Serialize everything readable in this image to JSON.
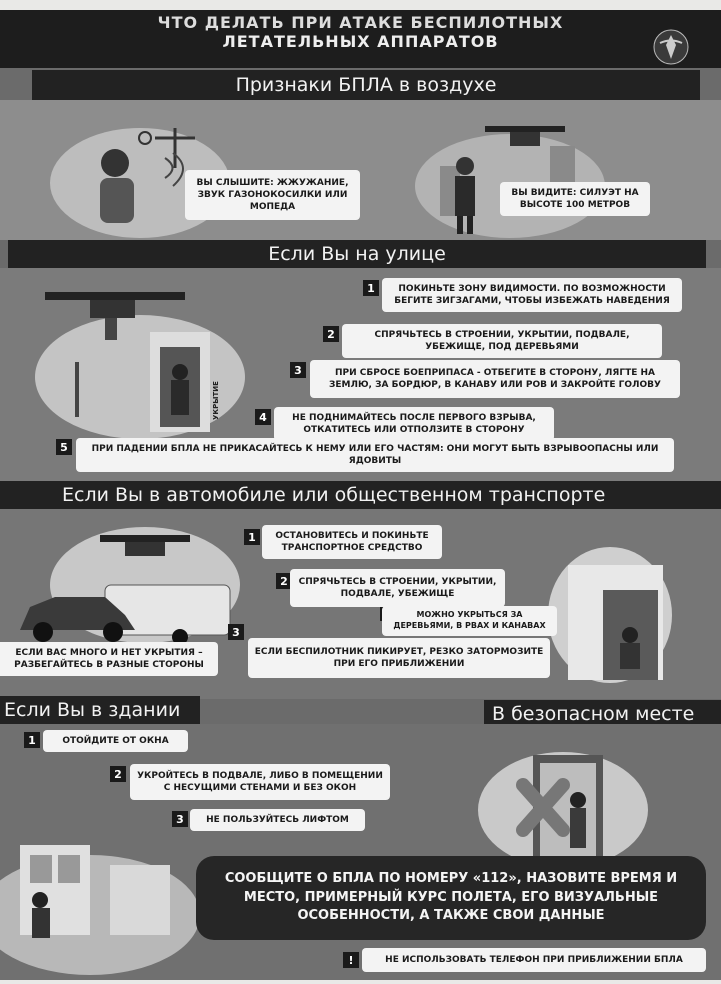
{
  "header": {
    "title_line1": "ЧТО ДЕЛАТЬ ПРИ АТАКЕ БЕСПИЛОТНЫХ",
    "title_line2": "ЛЕТАТЕЛЬНЫХ АППАРАТОВ"
  },
  "signs": {
    "heading": "Признаки БПЛА в воздухе",
    "hear_label": "ВЫ СЛЫШИТЕ:",
    "hear_text": "ЖЖУЖАНИЕ, ЗВУК ГАЗОНОКОСИЛКИ ИЛИ МОПЕДА",
    "see_label": "ВЫ ВИДИТЕ:",
    "see_text": "СИЛУЭТ НА ВЫСОТЕ 100 МЕТРОВ"
  },
  "street": {
    "heading": "Если Вы на улице",
    "steps": [
      {
        "n": "1",
        "text": "ПОКИНЬТЕ ЗОНУ ВИДИМОСТИ. ПО ВОЗМОЖНОСТИ БЕГИТЕ ЗИГЗАГАМИ, ЧТОБЫ ИЗБЕЖАТЬ НАВЕДЕНИЯ"
      },
      {
        "n": "2",
        "text": "СПРЯЧЬТЕСЬ В СТРОЕНИИ, УКРЫТИИ, ПОДВАЛЕ, УБЕЖИЩЕ, ПОД ДЕРЕВЬЯМИ"
      },
      {
        "n": "3",
        "text": "ПРИ СБРОСЕ БОЕПРИПАСА - ОТБЕГИТЕ В СТОРОНУ, ЛЯГТЕ НА ЗЕМЛЮ, ЗА БОРДЮР, В КАНАВУ ИЛИ РОВ И ЗАКРОЙТЕ ГОЛОВУ"
      },
      {
        "n": "4",
        "text": "НЕ ПОДНИМАЙТЕСЬ ПОСЛЕ ПЕРВОГО ВЗРЫВА, ОТКАТИТЕСЬ ИЛИ ОТПОЛЗИТЕ В СТОРОНУ"
      },
      {
        "n": "5",
        "text": "ПРИ ПАДЕНИИ БПЛА НЕ ПРИКАСАЙТЕСЬ К НЕМУ ИЛИ ЕГО ЧАСТЯМ: ОНИ МОГУТ БЫТЬ ВЗРЫВООПАСНЫ ИЛИ ЯДОВИТЫ"
      }
    ],
    "shelter_sign": "УКРЫТИЕ"
  },
  "transport": {
    "heading": "Если Вы в автомобиле или общественном транспорте",
    "steps": [
      {
        "n": "1",
        "text": "ОСТАНОВИТЕСЬ И ПОКИНЬТЕ ТРАНСПОРТНОЕ СРЕДСТВО"
      },
      {
        "n": "2",
        "text": "СПРЯЧЬТЕСЬ В СТРОЕНИИ, УКРЫТИИ, ПОДВАЛЕ, УБЕЖИЩЕ"
      },
      {
        "n": "3",
        "text": "ЕСЛИ БЕСПИЛОТНИК ПИКИРУЕТ, РЕЗКО ЗАТОРМОЗИТЕ ПРИ ЕГО ПРИБЛИЖЕНИИ"
      }
    ],
    "note_mark": "!",
    "note_text": "МОЖНО УКРЫТЬСЯ ЗА ДЕРЕВЬЯМИ, В РВАХ И КАНАВАХ",
    "crowd_text": "ЕСЛИ ВАС МНОГО И НЕТ УКРЫТИЯ – РАЗБЕГАЙТЕСЬ В РАЗНЫЕ СТОРОНЫ"
  },
  "building": {
    "heading": "Если Вы в здании",
    "steps": [
      {
        "n": "1",
        "text": "ОТОЙДИТЕ ОТ ОКНА"
      },
      {
        "n": "2",
        "text": "УКРОЙТЕСЬ В ПОДВАЛЕ, ЛИБО В ПОМЕЩЕНИИ С НЕСУЩИМИ СТЕНАМИ И БЕЗ ОКОН"
      },
      {
        "n": "3",
        "text": "НЕ ПОЛЬЗУЙТЕСЬ ЛИФТОМ"
      }
    ]
  },
  "safe": {
    "heading": "В безопасном месте",
    "report_text": "СООБЩИТЕ О БПЛА ПО НОМЕРУ «112», НАЗОВИТЕ ВРЕМЯ И МЕСТО, ПРИМЕРНЫЙ КУРС ПОЛЕТА, ЕГО ВИЗУАЛЬНЫЕ ОСОБЕННОСТИ, А ТАКЖЕ СВОИ ДАННЫЕ",
    "warning_mark": "!",
    "warning_text": "НЕ ИСПОЛЬЗОВАТЬ ТЕЛЕФОН ПРИ ПРИБЛИЖЕНИИ БПЛА"
  }
}
